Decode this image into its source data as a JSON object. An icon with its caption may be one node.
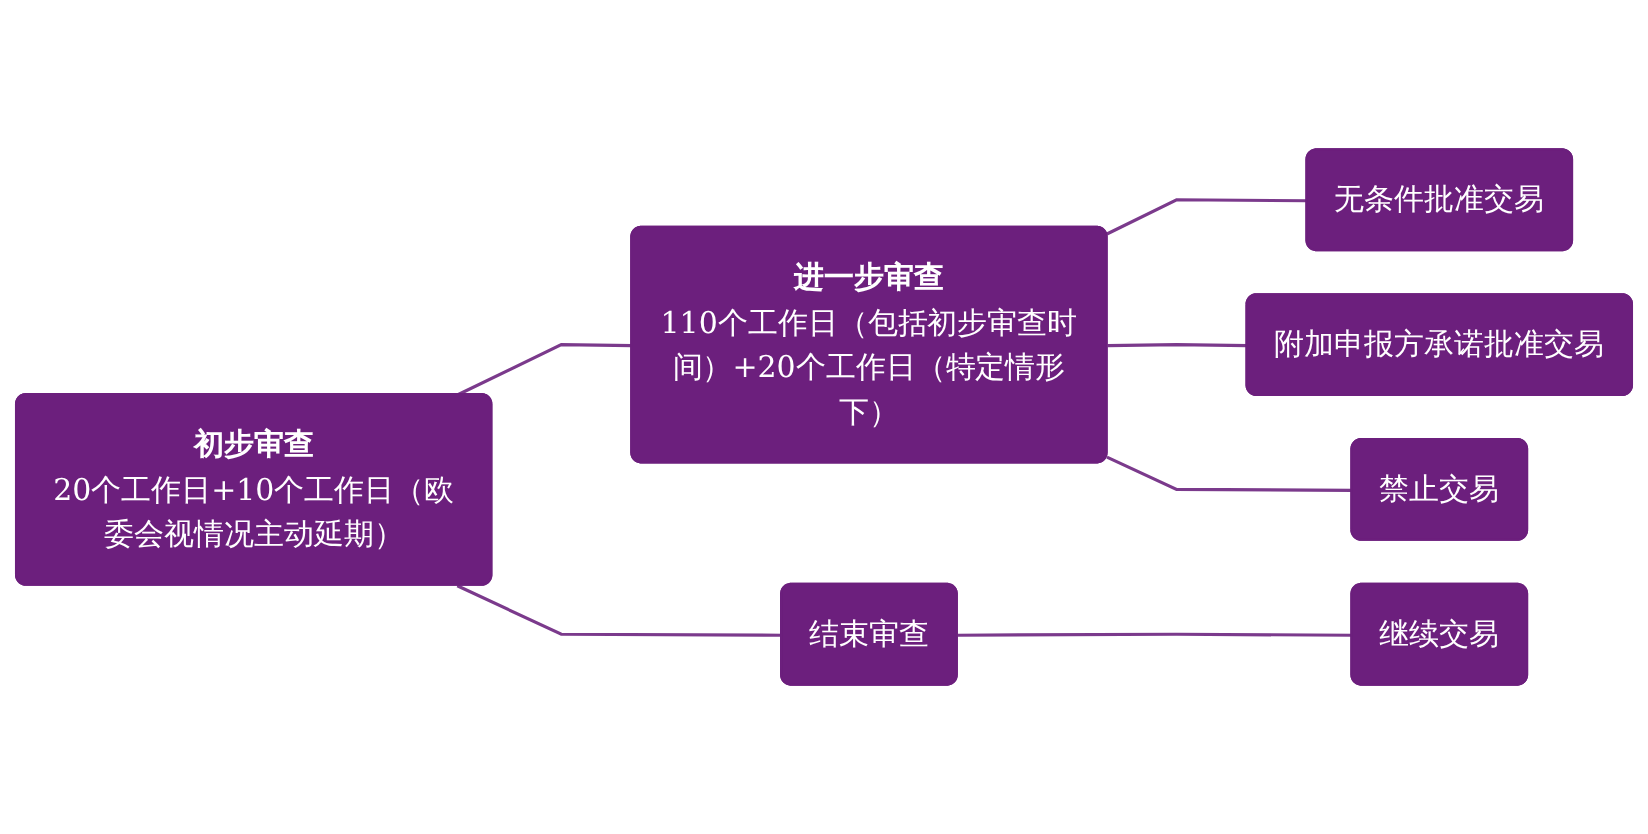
{
  "diagram": {
    "nodes": [
      {
        "text": [
          "初步审查",
          "20个工作日+10个工作日（欧委会视情况主动延期）"
        ]
      },
      {
        "text": [
          "进一步审查",
          "110个工作日（包括初步审查时间）+20个工作日（特定情形下）"
        ]
      },
      {
        "text": [
          "结束审查"
        ]
      },
      {
        "text": [
          "无条件批准交易"
        ]
      },
      {
        "text": [
          "附加申报方承诺批准交易"
        ]
      },
      {
        "text": [
          "禁止交易"
        ]
      },
      {
        "text": [
          "继续交易"
        ]
      }
    ],
    "edges": [
      {
        "from": 0,
        "to": 1,
        "arrow": "none"
      },
      {
        "from": 0,
        "to": 2,
        "arrow": "none"
      },
      {
        "from": 1,
        "to": 3,
        "arrow": "none"
      },
      {
        "from": 1,
        "to": 4,
        "arrow": "none"
      },
      {
        "from": 1,
        "to": 5,
        "arrow": "none"
      },
      {
        "from": 2,
        "to": 6,
        "arrow": "none"
      }
    ]
  }
}
